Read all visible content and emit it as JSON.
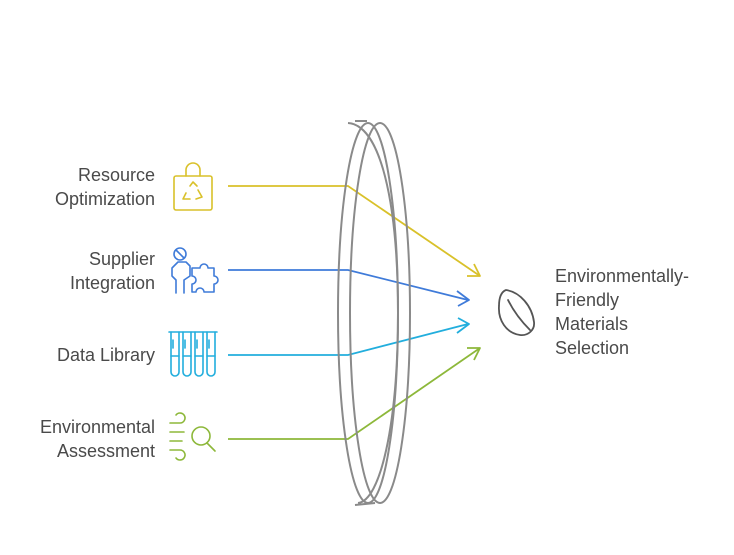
{
  "inputs": [
    {
      "label": "Resource\nOptimization",
      "icon": "recycle-bag-icon",
      "color": "#D9C12A"
    },
    {
      "label": "Supplier\nIntegration",
      "icon": "person-puzzle-icon",
      "color": "#3F7BD9"
    },
    {
      "label": "Data Library",
      "icon": "test-tubes-icon",
      "color": "#22AEDD"
    },
    {
      "label": "Environmental\nAssessment",
      "icon": "wind-search-icon",
      "color": "#8DB83A"
    }
  ],
  "output": {
    "label": "Environmentally-\nFriendly\nMaterials\nSelection",
    "icon": "leaf-icon"
  },
  "lens": {
    "color": "#8a8a8a"
  }
}
